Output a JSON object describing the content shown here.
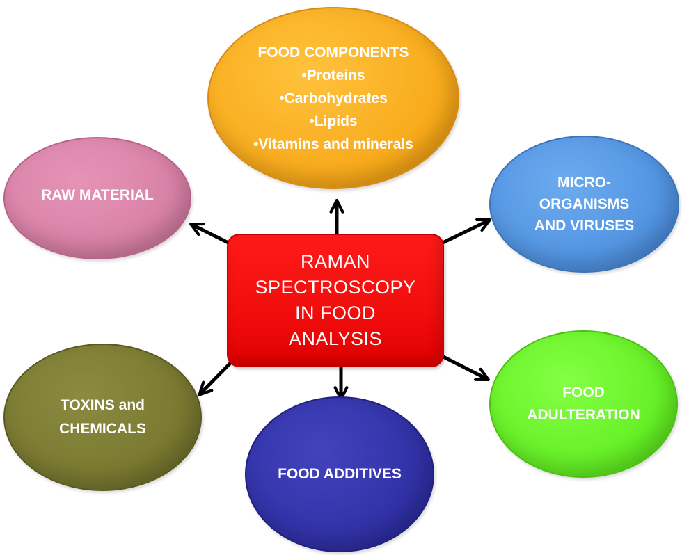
{
  "center": {
    "lines": [
      "RAMAN",
      "SPECTROSCOPY",
      "IN FOOD",
      "ANALYSIS"
    ],
    "color": "#f20d0d"
  },
  "nodes": {
    "food_components": {
      "lines": [
        "FOOD COMPONENTS",
        "•Proteins",
        "•Carbohydrates",
        "•Lipids",
        "•Vitamins and minerals"
      ],
      "color": "#f7a818"
    },
    "raw_material": {
      "lines": [
        "RAW MATERIAL"
      ],
      "color": "#d77fa5"
    },
    "microorganisms": {
      "lines": [
        "MICRO-",
        "ORGANISMS",
        "AND VIRUSES"
      ],
      "color": "#4f91e0"
    },
    "toxins": {
      "lines": [
        "TOXINS and",
        "CHEMICALS"
      ],
      "color": "#77772f"
    },
    "food_additives": {
      "lines": [
        "FOOD ADDITIVES"
      ],
      "color": "#2f2fa4"
    },
    "adulteration": {
      "lines": [
        "FOOD",
        "ADULTERATION"
      ],
      "color": "#62ee22"
    }
  },
  "arrow_color": "#000000"
}
